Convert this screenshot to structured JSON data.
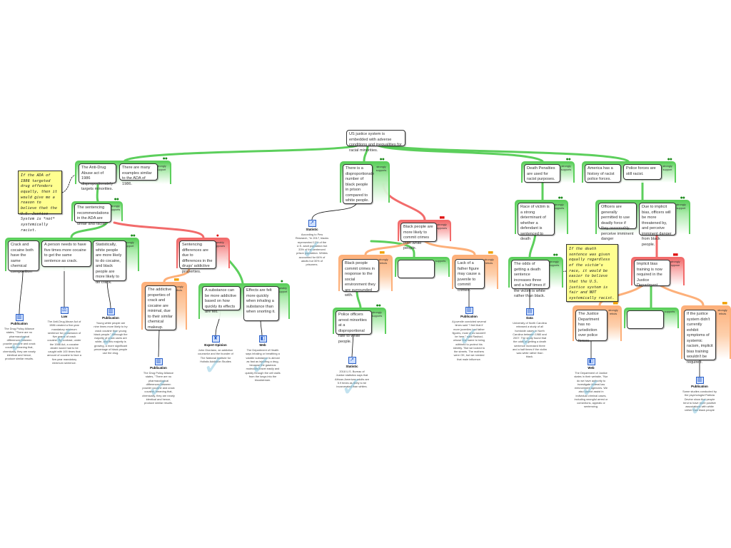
{
  "root": "US justice system is embedded with adverse conditions and inequalities for racial minorities.",
  "colors": {
    "support": "#5ccf5c",
    "oppose": "#f26b6b",
    "rebut": "#fdb07a",
    "note": "#ffff90"
  },
  "notes": {
    "ada": "If the ADA of 1986 targeted drug offenders equally, then it would give me a reason to believe that the U.S. Justice System is *not* systemically racist.",
    "death": "If the death sentence was given equally regardless of the victim's race, it would be easier to believe that the U.S. justice system is fair and NOT systemically racist."
  },
  "groups": {
    "A": {
      "label": "strongly support",
      "boxes": [
        "The Anti-Drug Abuse act of 1986 disproportionately targets minorities.",
        "There are many examples similar to the ADA of 1986."
      ]
    },
    "B": {
      "label": "strongly supports",
      "boxes": [
        "The sentencing recommendations in the ADA are unfair and racist."
      ]
    },
    "C": {
      "label": "strongly support",
      "boxes": [
        "Crack and cocaine both have the same chemical composition",
        "A person needs to have five times more cocaine to get the same sentence as crack.",
        "Statistically, white people are more likely to do cocaine, and black people are more likely to do crack."
      ]
    },
    "D": {
      "label": "weakly opposes",
      "boxes": [
        "Sentencing differences are due to differences in the drugs' addictive properties."
      ]
    },
    "E": {
      "label": "strongly rebuts",
      "boxes": [
        "The addictive properties of crack and cocaine are minimal, due to their similar chemical makeup."
      ]
    },
    "F": {
      "label": "weakly support",
      "boxes": [
        "A substance can be more addictive based on how quickly its effects are felt.",
        "Effects are felt more quickly when inhaling a substance than when snorting it."
      ]
    },
    "G": {
      "label": "strongly supports",
      "boxes": [
        "There is a disproportionate number of black people in prison compared to white people."
      ]
    },
    "H": {
      "label": "strongly opposes",
      "boxes": [
        "Black people are more likely to commit crimes than white people."
      ]
    },
    "I": {
      "label": "strongly rebuts",
      "boxes": [
        "Black people commit crimes in response to the social environment they are surrounded with."
      ]
    },
    "J": {
      "label": "supports",
      "boxes": [
        ""
      ]
    },
    "K": {
      "label": "strongly rebuts",
      "boxes": [
        "Lack of a father figure may cause a juvenile to commit crimes."
      ]
    },
    "L": {
      "label": "strongly supports",
      "boxes": [
        "Police officers arrest minorities at a disproportional rate to white people."
      ]
    },
    "M": {
      "label": "strongly supports",
      "boxes": [
        "Death Penalties are used for racist purposes."
      ]
    },
    "N": {
      "label": "strongly support",
      "boxes": [
        "America has a history of racist police forces.",
        "Police forces are still racist."
      ]
    },
    "O": {
      "label": "strongly supports",
      "boxes": [
        "Race of victim is a strong determinant of whether a defendant is sentenced to death"
      ]
    },
    "P": {
      "label": "strongly support",
      "boxes": [
        "Officers are generally permitted to use deadly force if they reasonably perceive imminent danger",
        "Due to implicit bias, officers will be more threatened by, and perceive imminent danger from black people."
      ]
    },
    "Q": {
      "label": "strongly supports",
      "boxes": [
        "The odds of getting a death sentence increases three and a half times if the victim is white rather than black."
      ]
    },
    "R": {
      "label": "strongly oppose",
      "boxes": [
        "Implicit bias training is now required in the Justice Department"
      ]
    },
    "S": {
      "label": "strongly rebuts",
      "boxes": [
        "The Justice Department has no jurisdiction over police forces."
      ]
    },
    "T": {
      "label": "supports",
      "boxes": [
        ""
      ]
    },
    "U": {
      "label": "strongly rebuts",
      "boxes": [
        "If the justice system didn't currently exhibit symptoms of systemic racism, implicit bias training wouldn't be required."
      ]
    }
  },
  "evidence": [
    {
      "type": "Publication",
      "text": "The Drug Policy Alliance states, \"There are no pharmacological differences between powder cocaine and crack cocaine, meaning that, chemically, they are nearly identical and hence, produce similar results."
    },
    {
      "type": "Law",
      "text": "The Anti-Drug Abuse Act of 1986 created a five-year mandatory minimum sentence for possession of five grams of crack cocaine. By contrast, under the 1986 Act, a cocaine dealer would had to be caught with 100 times that amount of cocaine to face a five-year mandatory minimum sentence."
    },
    {
      "type": "Publication",
      "text": "Young white people are nine times more likely to try crack cocaine than young black people.\" Although the majority of crack users are white, and this majority is growing, a more significant percentage of black people use the drug."
    },
    {
      "type": "Publication",
      "text": "The Drug Policy Alliance states, \"There are no pharmacological differences between powder cocaine and crack cocaine, meaning that, chemically, they are nearly identical and hence, produce similar results."
    },
    {
      "type": "Expert Opinion",
      "text": "John Giordano, an addiction counselor and the founder of The National Institute for Holistic Addiction Studies"
    },
    {
      "type": "Web",
      "text": "The Department of Health says inhaling or breathing a volatile substance is almost as fast as injecting a drug, because the gaseous molecules travel easily and quickly through the cell walls from the lungs into the bloodstream."
    },
    {
      "type": "Statistic",
      "text": "According to Pew Research, \"In 2017, blacks represented 12% of the U.S. adult population but 33% of the sentenced prison population. Whites accounted for 64% of adults but 30% of prisoners."
    },
    {
      "type": "Statistic",
      "text": "2018 U.S. Bureau of Justice statistics says that African-American adults are 5.9 times as likely to be incarcerated than whites."
    },
    {
      "type": "Publication",
      "text": "A juvenile convicted several times said \"I feel that if more juveniles had father figures, most of us wouldn't be here,\" said Rashad, whose real name is being withheld to protect his identity. \"But we looked to the streets. The mothers were OK, but we needed that male influence."
    },
    {
      "type": "Data",
      "text": "University of North Carolina released a study of all homicide cases in North Carolina between 1980 and 2007. The study found that the odds of getting a death sentence increased three and a half times if the victim was white rather than black."
    },
    {
      "type": "Web",
      "text": "The Department of Justice states in their website, \"Nor do we have authority to investigate federal law enforcement agencies. We also cannot assist in individual criminal cases, including wrongful arrest or convictions, appeals or sentencing."
    },
    {
      "type": "Publication",
      "text": "Some studies conducted by the psychologist Patricia Devine show that people tend to have more positive associations with white rather than black people"
    }
  ]
}
